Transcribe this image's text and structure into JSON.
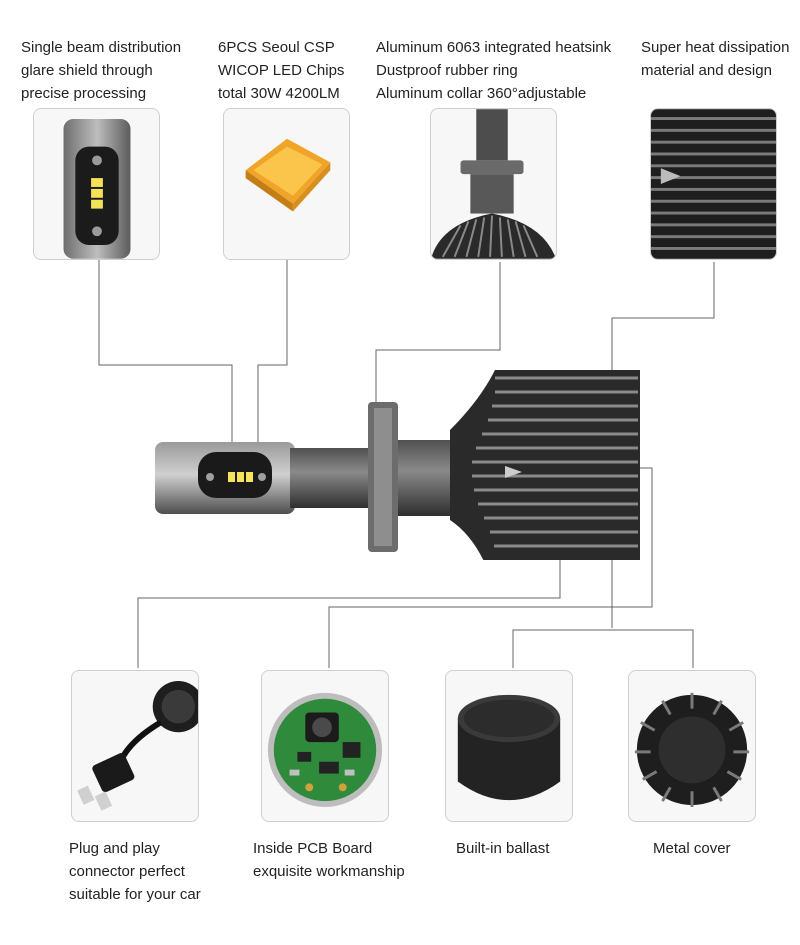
{
  "features_top": [
    {
      "id": "beam",
      "lines": [
        "Single beam distribution",
        "glare shield through",
        "precise processing"
      ]
    },
    {
      "id": "chips",
      "lines": [
        "6PCS Seoul CSP",
        "WICOP LED Chips",
        "total 30W 4200LM"
      ]
    },
    {
      "id": "heatsink",
      "lines": [
        "Aluminum 6063 integrated heatsink",
        "Dustproof rubber ring",
        "Aluminum collar 360°adjustable"
      ]
    },
    {
      "id": "dissipation",
      "lines": [
        "Super heat dissipation",
        "material and design"
      ]
    }
  ],
  "features_bottom": [
    {
      "id": "plug",
      "lines": [
        "Plug and play",
        "connector perfect",
        "suitable for your car"
      ]
    },
    {
      "id": "pcb",
      "lines": [
        "Inside PCB Board",
        "exquisite workmanship"
      ]
    },
    {
      "id": "ballast",
      "lines": [
        "Built-in ballast"
      ]
    },
    {
      "id": "cover",
      "lines": [
        "Metal cover"
      ]
    }
  ],
  "colors": {
    "line": "#555555",
    "border": "#cfcfcf",
    "chip": "#f5b63a",
    "pcb": "#2f8a3c",
    "metal": "#3a3a3a"
  }
}
